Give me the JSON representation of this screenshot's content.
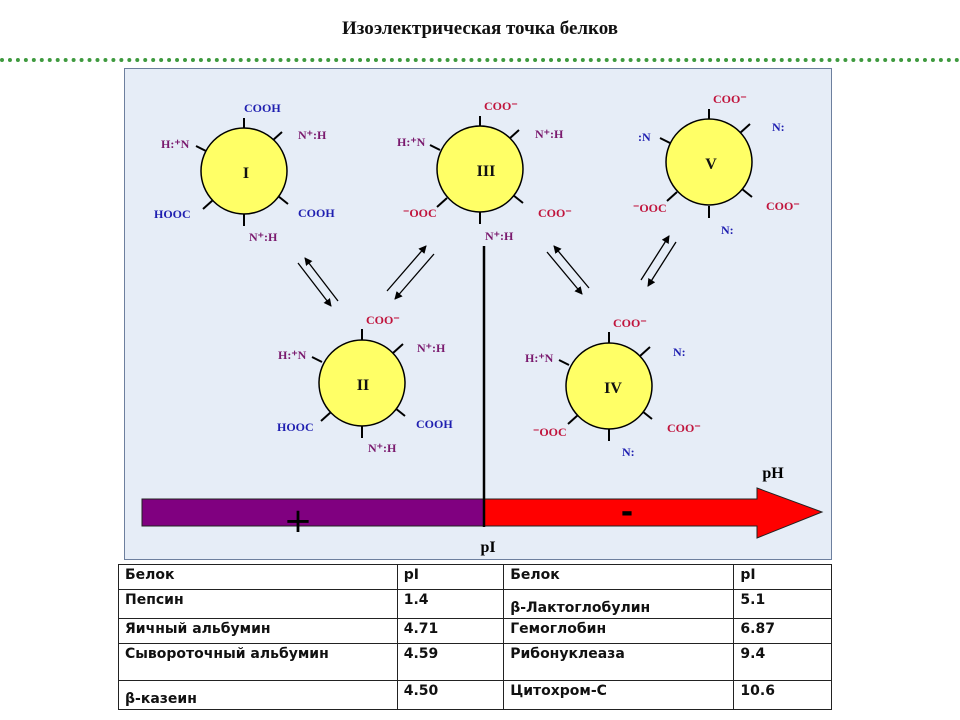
{
  "title": "Изоэлектрическая точка белков",
  "colors": {
    "molecule_fill": "#ffff66",
    "acid_arrow": "#800080",
    "base_arrow": "#ff0000",
    "positive_group": "#7a1a6e",
    "acid_group": "#c0143c",
    "neutral_group": "#1f1fb0"
  },
  "molecules": [
    {
      "id": "I",
      "groups": {
        "top": "COOH",
        "top_right": "N⁺:H",
        "left": "H:⁺N",
        "bottom_left": "HOOC",
        "bottom_right": "COOH",
        "bottom": "N⁺:H"
      }
    },
    {
      "id": "II",
      "groups": {
        "top": "COO⁻",
        "top_right": "N⁺:H",
        "left": "H:⁺N",
        "bottom_left": "HOOC",
        "bottom_right": "COOH",
        "bottom": "N⁺:H"
      }
    },
    {
      "id": "III",
      "groups": {
        "top": "COO⁻",
        "top_right": "N⁺:H",
        "left": "H:⁺N",
        "bottom_left": "⁻OOC",
        "bottom_right": "COO⁻",
        "bottom": "N⁺:H"
      }
    },
    {
      "id": "IV",
      "groups": {
        "top": "COO⁻",
        "top_right": "N:",
        "left": "H:⁺N",
        "bottom_left": "⁻OOC",
        "bottom_right": "COO⁻",
        "bottom": "N:"
      }
    },
    {
      "id": "V",
      "groups": {
        "top": "COO⁻",
        "top_right": "N:",
        "left": ":N",
        "bottom_left": "⁻OOC",
        "bottom_right": "COO⁻",
        "bottom": "N:"
      }
    }
  ],
  "axis": {
    "ph_label": "pH",
    "pi_label": "pI",
    "plus_sign": "+",
    "minus_sign": "-"
  },
  "table": {
    "headers": [
      "Белок",
      "pI",
      "Белок",
      "pI"
    ],
    "rows": [
      [
        "Пепсин",
        "1.4",
        "β-Лактоглобулин",
        "5.1"
      ],
      [
        "Яичный альбумин",
        "4.71",
        "Гемоглобин",
        "6.87"
      ],
      [
        "Сывороточный альбумин",
        "4.59",
        "Рибонуклеаза",
        "9.4"
      ],
      [
        "β-казеин",
        "4.50",
        "Цитохром-С",
        "10.6"
      ]
    ]
  }
}
